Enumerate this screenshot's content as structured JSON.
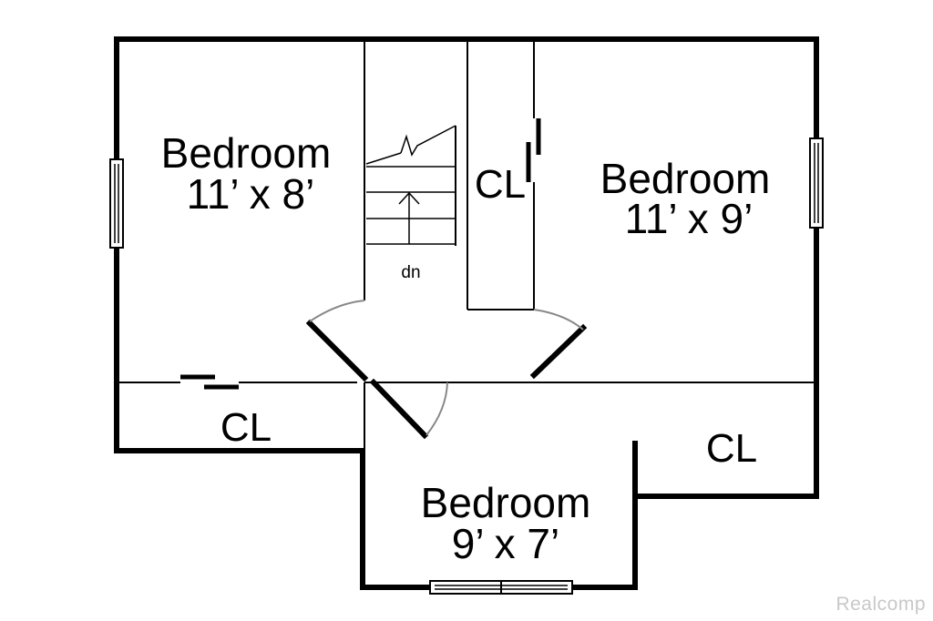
{
  "rooms": {
    "bedroom_left": {
      "name": "Bedroom",
      "size": "11’ x 8’"
    },
    "bedroom_right": {
      "name": "Bedroom",
      "size": "11’ x 9’"
    },
    "bedroom_bottom": {
      "name": "Bedroom",
      "size": "9’ x 7’"
    }
  },
  "closets": {
    "stair_closet": "CL",
    "left_closet": "CL",
    "right_closet": "CL"
  },
  "stairs": {
    "label": "dn"
  },
  "watermark": "Realcomp"
}
